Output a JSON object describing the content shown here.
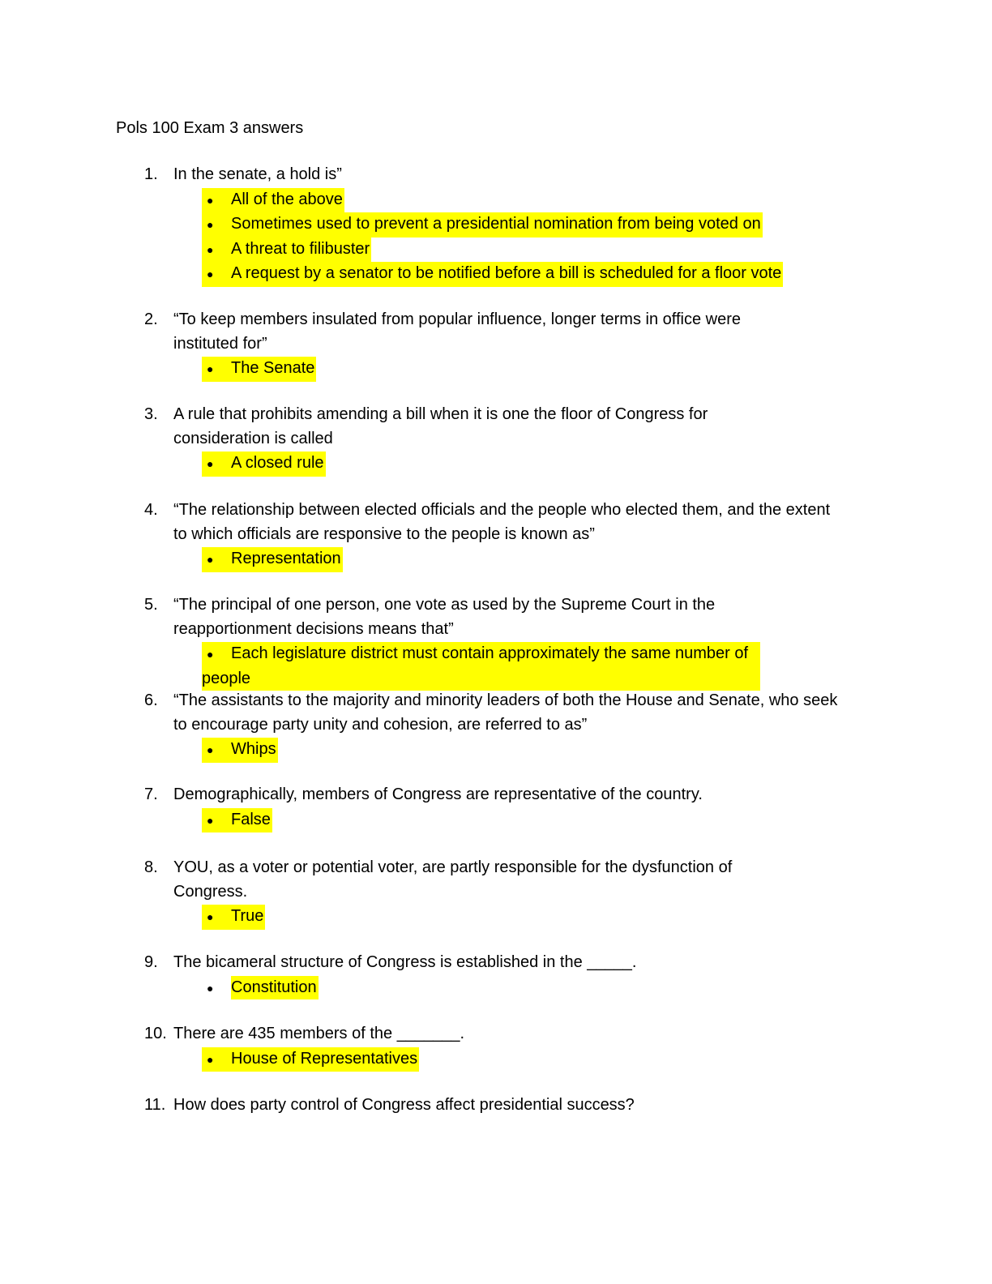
{
  "title": "Pols 100 Exam 3 answers",
  "questions": [
    {
      "num": "1.",
      "text": "In the senate, a hold is”",
      "answers": [
        "All of the above",
        "Sometimes used to prevent a presidential nomination from being voted on",
        "A threat to filibuster",
        "A request by a senator to be notified before a bill is scheduled for a floor vote"
      ]
    },
    {
      "num": "2.",
      "text": "“To keep members insulated from popular influence, longer terms in office were instituted for”",
      "answers": [
        "The Senate"
      ]
    },
    {
      "num": "3.",
      "text": "A rule that prohibits amending a bill when it is one the floor of Congress for consideration is called",
      "answers": [
        "A closed rule"
      ]
    },
    {
      "num": "4.",
      "text": "“The relationship between elected officials and the people who elected them, and the extent to which officials are responsive to the people is known as”",
      "answers": [
        "Representation"
      ]
    },
    {
      "num": "5.",
      "text": "“The principal of one person, one vote as used by the Supreme Court in the reapportionment decisions means that”",
      "answers": [
        "Each legislature district must contain approximately the same number of people"
      ]
    },
    {
      "num": "6.",
      "text": "“The assistants to the majority and minority leaders of both the House and Senate, who seek to encourage party unity and cohesion, are referred to as”",
      "answers": [
        "Whips"
      ]
    },
    {
      "num": "7.",
      "text": "Demographically, members of Congress are representative of the country.",
      "answers": [
        "False"
      ]
    },
    {
      "num": "8.",
      "text": "YOU, as a voter or potential voter, are partly responsible for the dysfunction of Congress.",
      "answers": [
        "True"
      ]
    },
    {
      "num": "9.",
      "text": "The bicameral structure of Congress is established in the _____.",
      "answers": [
        "Constitution"
      ]
    },
    {
      "num": "10.",
      "text": "There are 435 members of the _______.",
      "answers": [
        "House of Representatives"
      ]
    },
    {
      "num": "11.",
      "text": "How does party control of Congress affect presidential success?",
      "answers": []
    }
  ],
  "bullet": "●",
  "highlight_color": "#ffff00"
}
